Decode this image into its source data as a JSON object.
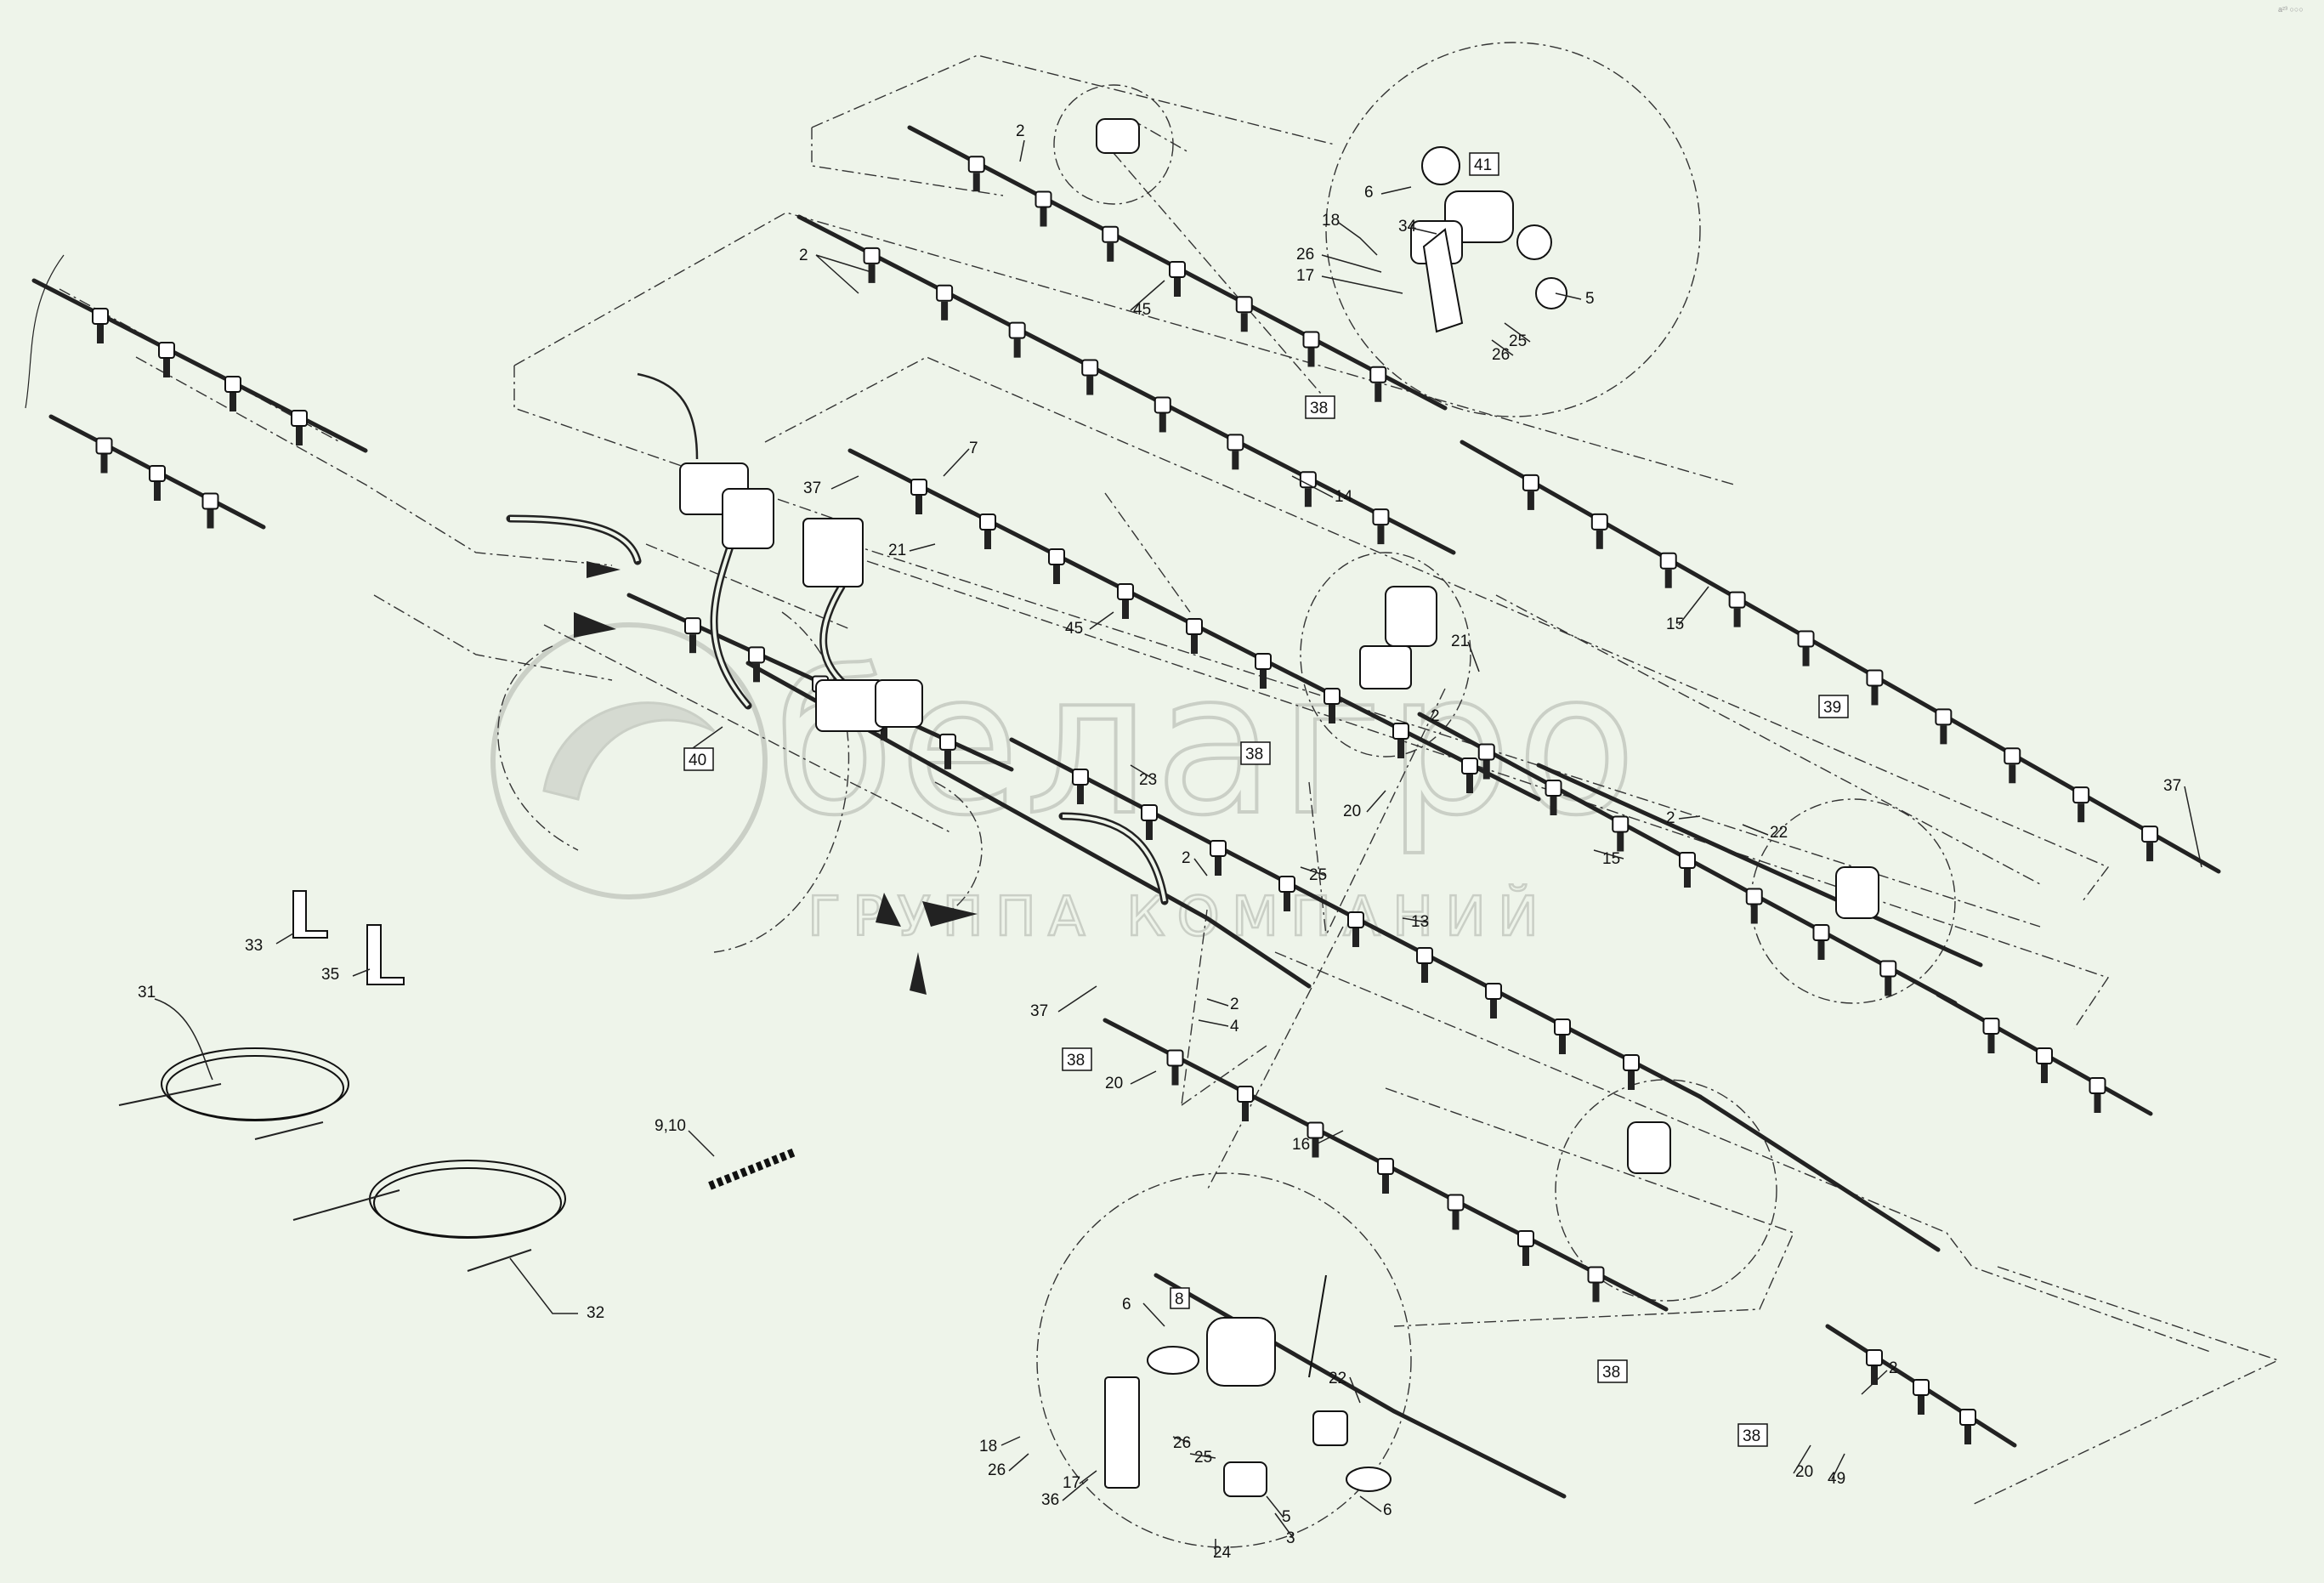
{
  "watermark": {
    "brand": "белагро",
    "subtitle": "ГРУППА КОМПАНИЙ"
  },
  "corner_text": "a²³ ○○○",
  "callouts": [
    {
      "id": "c41",
      "text": "41",
      "boxed": true
    },
    {
      "id": "c6a",
      "text": "6"
    },
    {
      "id": "c34",
      "text": "34"
    },
    {
      "id": "c18a",
      "text": "18"
    },
    {
      "id": "c26a",
      "text": "26"
    },
    {
      "id": "c17a",
      "text": "17"
    },
    {
      "id": "c5a",
      "text": "5"
    },
    {
      "id": "c25a",
      "text": "25"
    },
    {
      "id": "c26b",
      "text": "26"
    },
    {
      "id": "c2a",
      "text": "2"
    },
    {
      "id": "c2b",
      "text": "2"
    },
    {
      "id": "c45a",
      "text": "45"
    },
    {
      "id": "c38a",
      "text": "38",
      "boxed": true
    },
    {
      "id": "c7",
      "text": "7"
    },
    {
      "id": "c37a",
      "text": "37"
    },
    {
      "id": "c14",
      "text": "14"
    },
    {
      "id": "c21a",
      "text": "21"
    },
    {
      "id": "c45b",
      "text": "45"
    },
    {
      "id": "c15a",
      "text": "15"
    },
    {
      "id": "c21b",
      "text": "21"
    },
    {
      "id": "c39",
      "text": "39",
      "boxed": true
    },
    {
      "id": "c40",
      "text": "40",
      "boxed": true
    },
    {
      "id": "c38b",
      "text": "38",
      "boxed": true
    },
    {
      "id": "c2c",
      "text": "2"
    },
    {
      "id": "c23",
      "text": "23"
    },
    {
      "id": "c20a",
      "text": "20"
    },
    {
      "id": "c15b",
      "text": "15"
    },
    {
      "id": "c2d",
      "text": "2"
    },
    {
      "id": "c22a",
      "text": "22"
    },
    {
      "id": "c37b",
      "text": "37"
    },
    {
      "id": "c2e",
      "text": "2"
    },
    {
      "id": "c25b",
      "text": "25"
    },
    {
      "id": "c13",
      "text": "13"
    },
    {
      "id": "c33",
      "text": "33"
    },
    {
      "id": "c35",
      "text": "35"
    },
    {
      "id": "c31",
      "text": "31"
    },
    {
      "id": "c37c",
      "text": "37"
    },
    {
      "id": "c2f",
      "text": "2"
    },
    {
      "id": "c4",
      "text": "4"
    },
    {
      "id": "c38c",
      "text": "38",
      "boxed": true
    },
    {
      "id": "c20b",
      "text": "20"
    },
    {
      "id": "c16",
      "text": "16"
    },
    {
      "id": "c910",
      "text": "9,10"
    },
    {
      "id": "c32",
      "text": "32"
    },
    {
      "id": "c8",
      "text": "8",
      "boxed": true
    },
    {
      "id": "c6b",
      "text": "6"
    },
    {
      "id": "c22b",
      "text": "22"
    },
    {
      "id": "c18b",
      "text": "18"
    },
    {
      "id": "c26c",
      "text": "26"
    },
    {
      "id": "c17b",
      "text": "17"
    },
    {
      "id": "c36",
      "text": "36"
    },
    {
      "id": "c26d",
      "text": "26"
    },
    {
      "id": "c25c",
      "text": "25"
    },
    {
      "id": "c5b",
      "text": "5"
    },
    {
      "id": "c3",
      "text": "3"
    },
    {
      "id": "c6c",
      "text": "6"
    },
    {
      "id": "c24",
      "text": "24"
    },
    {
      "id": "c38d",
      "text": "38",
      "boxed": true
    },
    {
      "id": "c38e",
      "text": "38",
      "boxed": true
    },
    {
      "id": "c2g",
      "text": "2"
    },
    {
      "id": "c20c",
      "text": "20"
    },
    {
      "id": "c49",
      "text": "49"
    }
  ]
}
